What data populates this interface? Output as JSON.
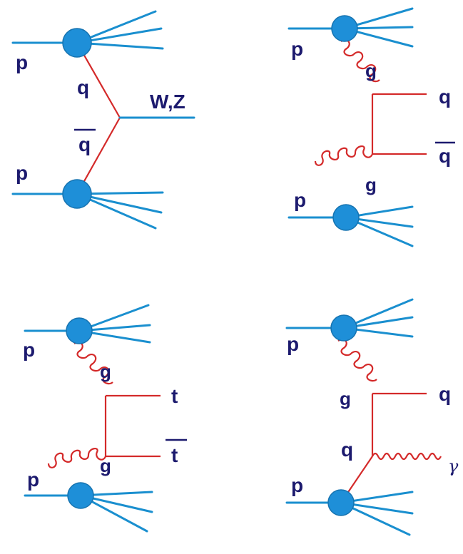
{
  "diagram1": {
    "beam_top": "p",
    "beam_bottom": "p",
    "quark": "q",
    "antiquark": "q",
    "boson": "W,Z"
  },
  "diagram2": {
    "beam_top": "p",
    "beam_bottom": "p",
    "gluon_top": "g",
    "gluon_bottom": "g",
    "out_top": "q",
    "out_bottom": "q"
  },
  "diagram3": {
    "beam_top": "p",
    "beam_bottom": "p",
    "gluon_top": "g",
    "gluon_bottom": "g",
    "out_top": "t",
    "out_bottom": "t"
  },
  "diagram4": {
    "beam_top": "p",
    "beam_bottom": "p",
    "gluon": "g",
    "quark": "q",
    "out_quark": "q",
    "photon": "γ"
  },
  "colors": {
    "beam": "#1a8fcf",
    "blob": "#1e8fd8",
    "parton": "#d42a2a",
    "label": "#1c1a6e"
  }
}
